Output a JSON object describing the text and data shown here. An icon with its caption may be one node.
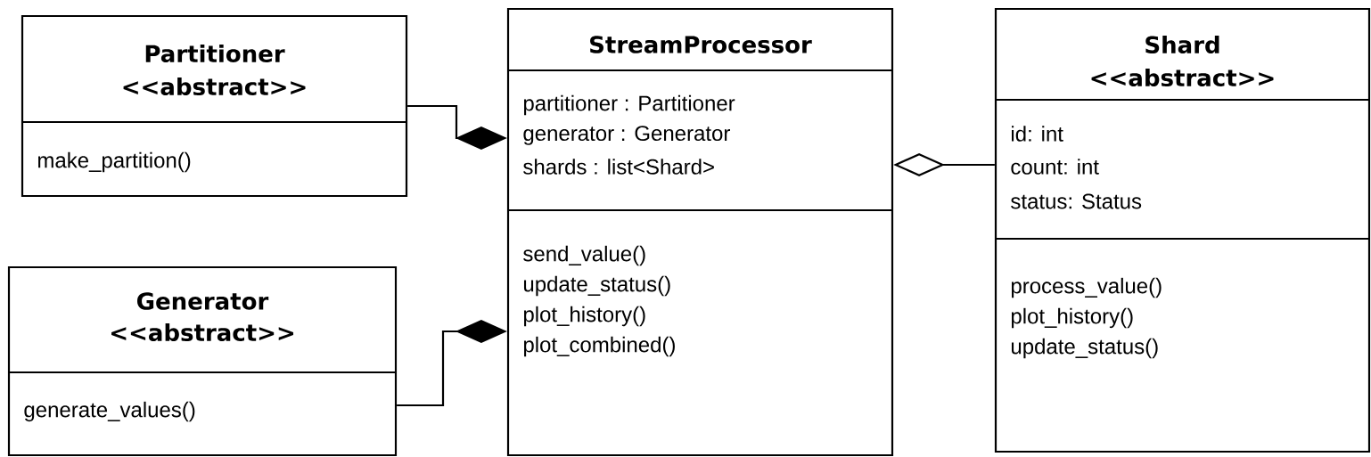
{
  "diagram": {
    "nodes": [
      {
        "text": [
          "Partitioner",
          "<<abstract>>",
          "make_partition()"
        ]
      },
      {
        "text": [
          "Generator",
          "<<abstract>>",
          "generate_values()"
        ]
      },
      {
        "text": [
          "StreamProcessor",
          "partitioner : Partitioner",
          "generator : Generator",
          "shards : list<Shard>",
          "send_value()",
          "update_status()",
          "plot_history()",
          "plot_combined()"
        ]
      },
      {
        "text": [
          "Shard",
          "<<abstract>>",
          "id: int",
          "count: int",
          "status: Status",
          "process_value()",
          "plot_history()",
          "update_status()"
        ]
      }
    ],
    "edges": [
      {
        "from": 0,
        "to": 2,
        "arrow": "other"
      },
      {
        "from": 1,
        "to": 2,
        "arrow": "other"
      },
      {
        "from": 3,
        "to": 2,
        "arrow": "other"
      }
    ]
  }
}
